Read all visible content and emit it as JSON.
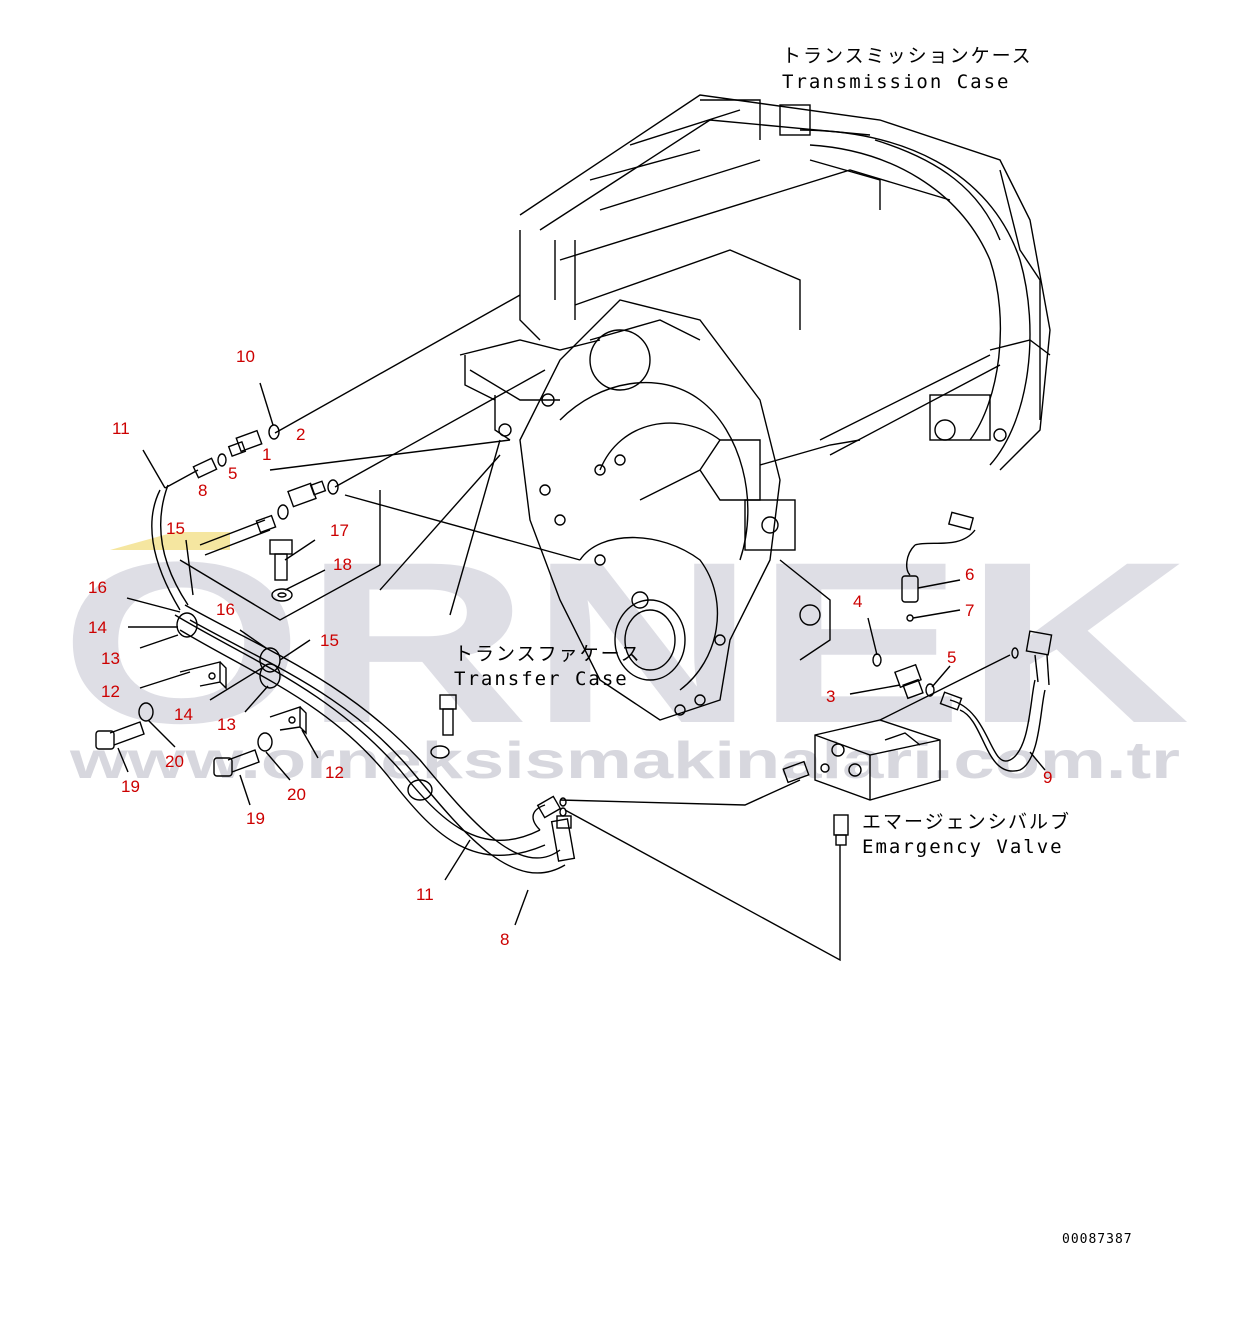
{
  "watermark": {
    "brand": "ORNEK",
    "website": "www.orneksismakinalari.com.tr",
    "brand_color": "#d8d8e0",
    "accent_color": "#f5e6a0"
  },
  "assembly_labels": {
    "transmission_case_jp": "トランスミッションケース",
    "transmission_case_en": "Transmission Case",
    "transfer_case_jp": "トランスファケース",
    "transfer_case_en": "Transfer Case",
    "emergency_valve_jp": "エマージェンシバルブ",
    "emergency_valve_en": "Emargency Valve"
  },
  "callout_color": "#cc0000",
  "callouts": [
    {
      "id": "c10",
      "text": "10"
    },
    {
      "id": "c2",
      "text": "2"
    },
    {
      "id": "c1",
      "text": "1"
    },
    {
      "id": "c11a",
      "text": "11"
    },
    {
      "id": "c5a",
      "text": "5"
    },
    {
      "id": "c8a",
      "text": "8"
    },
    {
      "id": "c15a",
      "text": "15"
    },
    {
      "id": "c17",
      "text": "17"
    },
    {
      "id": "c18",
      "text": "18"
    },
    {
      "id": "c16a",
      "text": "16"
    },
    {
      "id": "c16b",
      "text": "16"
    },
    {
      "id": "c14a",
      "text": "14"
    },
    {
      "id": "c15b",
      "text": "15"
    },
    {
      "id": "c13a",
      "text": "13"
    },
    {
      "id": "c12a",
      "text": "12"
    },
    {
      "id": "c14b",
      "text": "14"
    },
    {
      "id": "c13b",
      "text": "13"
    },
    {
      "id": "c20a",
      "text": "20"
    },
    {
      "id": "c19a",
      "text": "19"
    },
    {
      "id": "c20b",
      "text": "20"
    },
    {
      "id": "c12b",
      "text": "12"
    },
    {
      "id": "c19b",
      "text": "19"
    },
    {
      "id": "c6",
      "text": "6"
    },
    {
      "id": "c4",
      "text": "4"
    },
    {
      "id": "c7",
      "text": "7"
    },
    {
      "id": "c5b",
      "text": "5"
    },
    {
      "id": "c3",
      "text": "3"
    },
    {
      "id": "c9",
      "text": "9"
    },
    {
      "id": "c11b",
      "text": "11"
    },
    {
      "id": "c8b",
      "text": "8"
    }
  ],
  "drawing_number": "00087387"
}
